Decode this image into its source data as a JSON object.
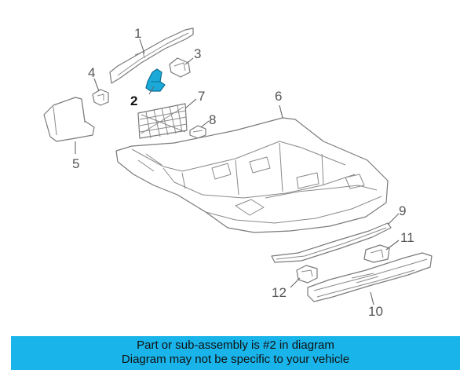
{
  "diagram": {
    "callouts": [
      "1",
      "2",
      "3",
      "4",
      "5",
      "6",
      "7",
      "8",
      "9",
      "10",
      "11",
      "12"
    ],
    "highlighted_part": "2",
    "highlight_color": "#1aa9d8"
  },
  "banner": {
    "line1": "Part or sub-assembly is #2 in diagram",
    "line2": "Diagram may not be specific to your vehicle",
    "background": "#19b4ea"
  }
}
